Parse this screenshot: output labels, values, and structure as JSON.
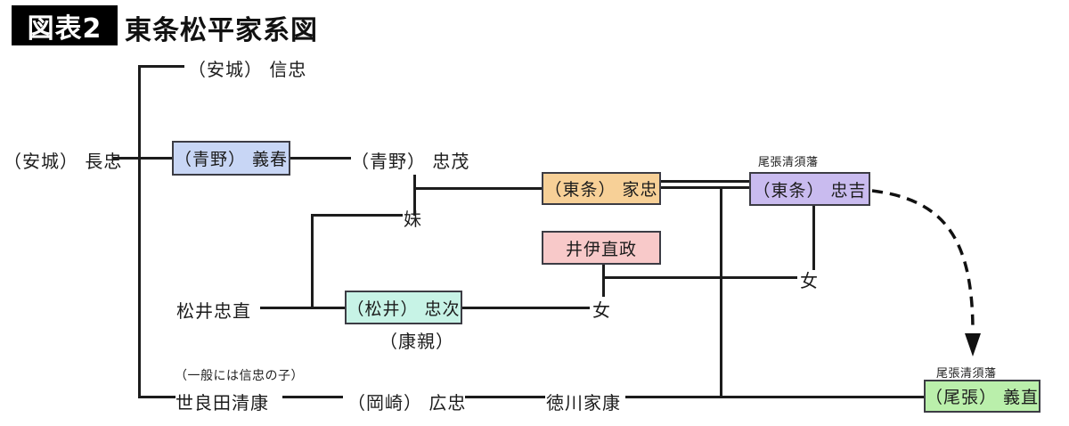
{
  "title": {
    "badge": "図表2",
    "heading": "東条松平家系図"
  },
  "diagram": {
    "line_color": "#1c1c1c",
    "nodes": {
      "nobutada": {
        "label": "（安城） 信忠"
      },
      "nagatada": {
        "label": "（安城） 長忠"
      },
      "yoshiharu": {
        "label": "（青野） 義春",
        "fill": "#c8d6f5"
      },
      "tadashige": {
        "label": "（青野） 忠茂"
      },
      "imoto": {
        "label": "妹"
      },
      "ietada": {
        "label": "（東条） 家忠",
        "fill": "#f7d097"
      },
      "tadayoshi": {
        "label": "（東条） 忠吉",
        "fill": "#c9bbef",
        "annotation": "尾張清須藩"
      },
      "naomasa": {
        "label": "井伊直政",
        "fill": "#f8c9c9"
      },
      "matsui_tadanao": {
        "label": "松井忠直"
      },
      "tadatsugu": {
        "label": "（松井） 忠次",
        "fill": "#c7f3e6",
        "alias": "（康親）"
      },
      "daughter_matsui": {
        "label": "女"
      },
      "daughter_ii": {
        "label": "女"
      },
      "kiyoyasu": {
        "label": "世良田清康",
        "note": "（一般には信忠の子）"
      },
      "hirotada": {
        "label": "（岡崎） 広忠"
      },
      "ieyasu": {
        "label": "徳川家康"
      },
      "yoshinao": {
        "label": "（尾張） 義直",
        "fill": "#baefab",
        "annotation": "尾張清須藩"
      }
    }
  }
}
